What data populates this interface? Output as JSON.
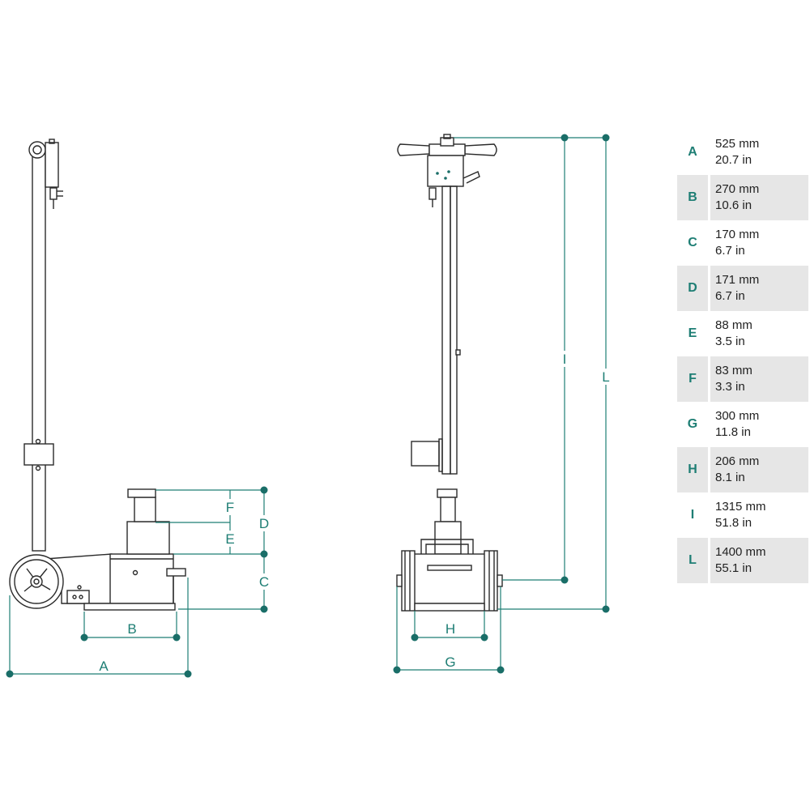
{
  "dimension_labels": {
    "A": "A",
    "B": "B",
    "C": "C",
    "D": "D",
    "E": "E",
    "F": "F",
    "G": "G",
    "H": "H",
    "I": "I",
    "L": "L"
  },
  "specs": [
    {
      "letter": "A",
      "mm": "525 mm",
      "in": "20.7 in"
    },
    {
      "letter": "B",
      "mm": "270 mm",
      "in": "10.6 in"
    },
    {
      "letter": "C",
      "mm": "170 mm",
      "in": "6.7 in"
    },
    {
      "letter": "D",
      "mm": "171 mm",
      "in": "6.7 in"
    },
    {
      "letter": "E",
      "mm": "88 mm",
      "in": "3.5 in"
    },
    {
      "letter": "F",
      "mm": "83 mm",
      "in": "3.3 in"
    },
    {
      "letter": "G",
      "mm": "300 mm",
      "in": "11.8 in"
    },
    {
      "letter": "H",
      "mm": "206 mm",
      "in": "8.1 in"
    },
    {
      "letter": "I",
      "mm": "1315 mm",
      "in": "51.8 in"
    },
    {
      "letter": "L",
      "mm": "1400 mm",
      "in": "55.1 in"
    }
  ],
  "colors": {
    "accent": "#1e7e74",
    "row_shade": "#e6e6e6"
  }
}
